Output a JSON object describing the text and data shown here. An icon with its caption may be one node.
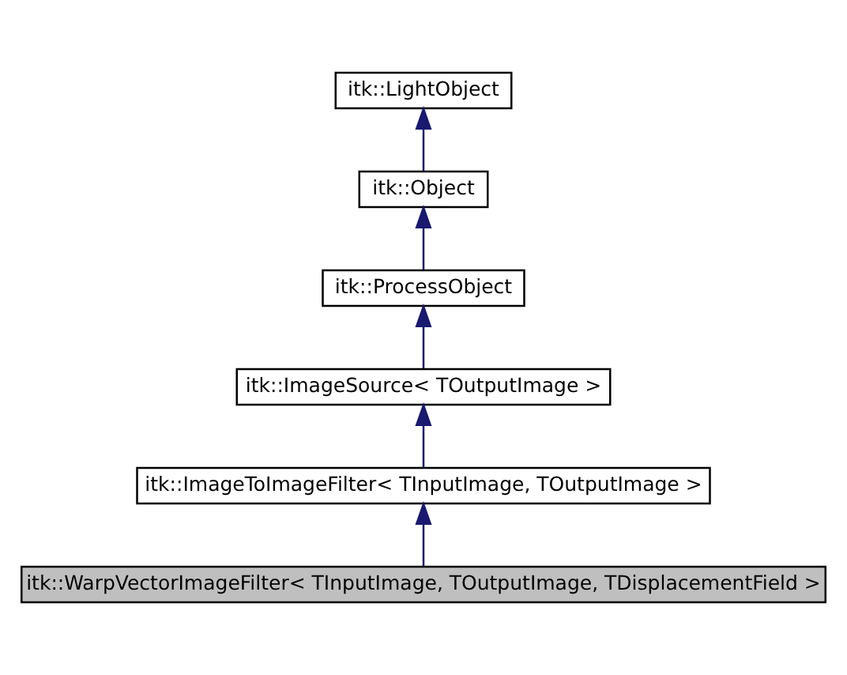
{
  "diagram": {
    "nodes": [
      {
        "text": [
          "itk::LightObject"
        ]
      },
      {
        "text": [
          "itk::Object"
        ]
      },
      {
        "text": [
          "itk::ProcessObject"
        ]
      },
      {
        "text": [
          "itk::ImageSource< TOutputImage >"
        ]
      },
      {
        "text": [
          "itk::ImageToImageFilter< TInputImage, TOutputImage >"
        ]
      },
      {
        "text": [
          "itk::WarpVectorImageFilter< TInputImage, TOutputImage, TDisplacementField >"
        ]
      }
    ],
    "edges": [
      {
        "from": 1,
        "to": 0,
        "arrow": "to"
      },
      {
        "from": 2,
        "to": 1,
        "arrow": "to"
      },
      {
        "from": 3,
        "to": 2,
        "arrow": "to"
      },
      {
        "from": 4,
        "to": 3,
        "arrow": "to"
      },
      {
        "from": 5,
        "to": 4,
        "arrow": "to"
      }
    ]
  }
}
